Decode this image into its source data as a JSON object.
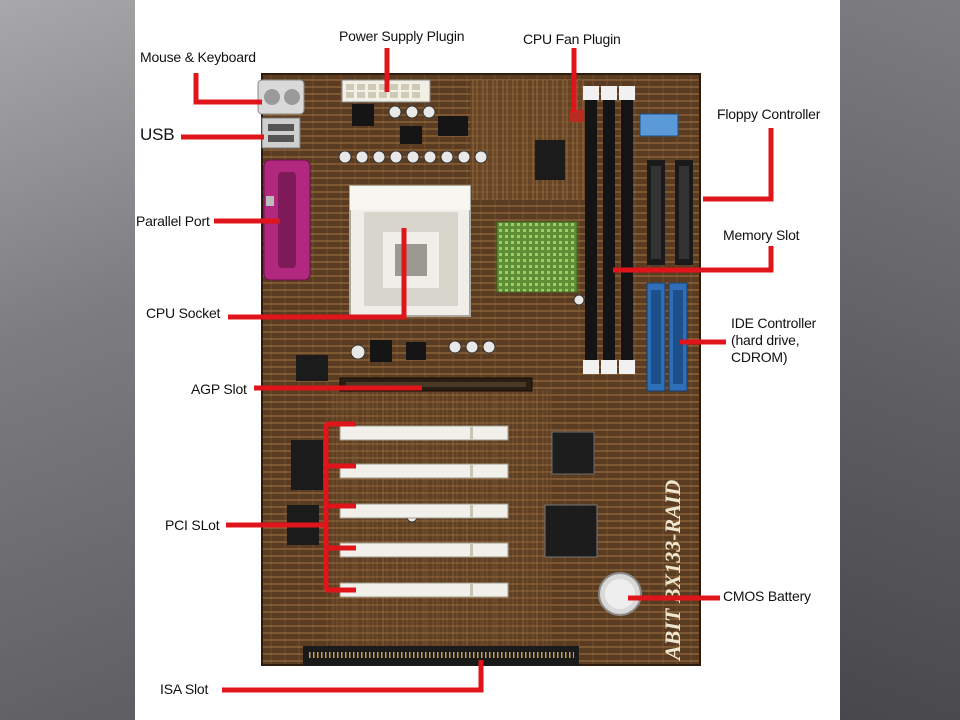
{
  "labels": {
    "mouse_keyboard": "Mouse & Keyboard",
    "power_supply": "Power Supply Plugin",
    "cpu_fan": "CPU Fan Plugin",
    "floppy": "Floppy Controller",
    "usb": "USB",
    "parallel_port": "Parallel Port",
    "memory_slot": "Memory Slot",
    "cpu_socket": "CPU Socket",
    "ide_controller": "IDE Controller\n(hard drive,\nCDROM)",
    "agp_slot": "AGP Slot",
    "pci_slot": "PCI SLot",
    "cmos_battery": "CMOS Battery",
    "isa_slot": "ISA Slot"
  },
  "board_brand": "ABIT BX133-RAID",
  "colors": {
    "pointer": "#e0141b",
    "board": "#5a3c22",
    "trace": "#b8874f",
    "slot_white": "#f2f0ea",
    "ide_blue": "#2f6fb8",
    "parallel_magenta": "#b2287e"
  },
  "icons": [
    "motherboard-illustration"
  ]
}
